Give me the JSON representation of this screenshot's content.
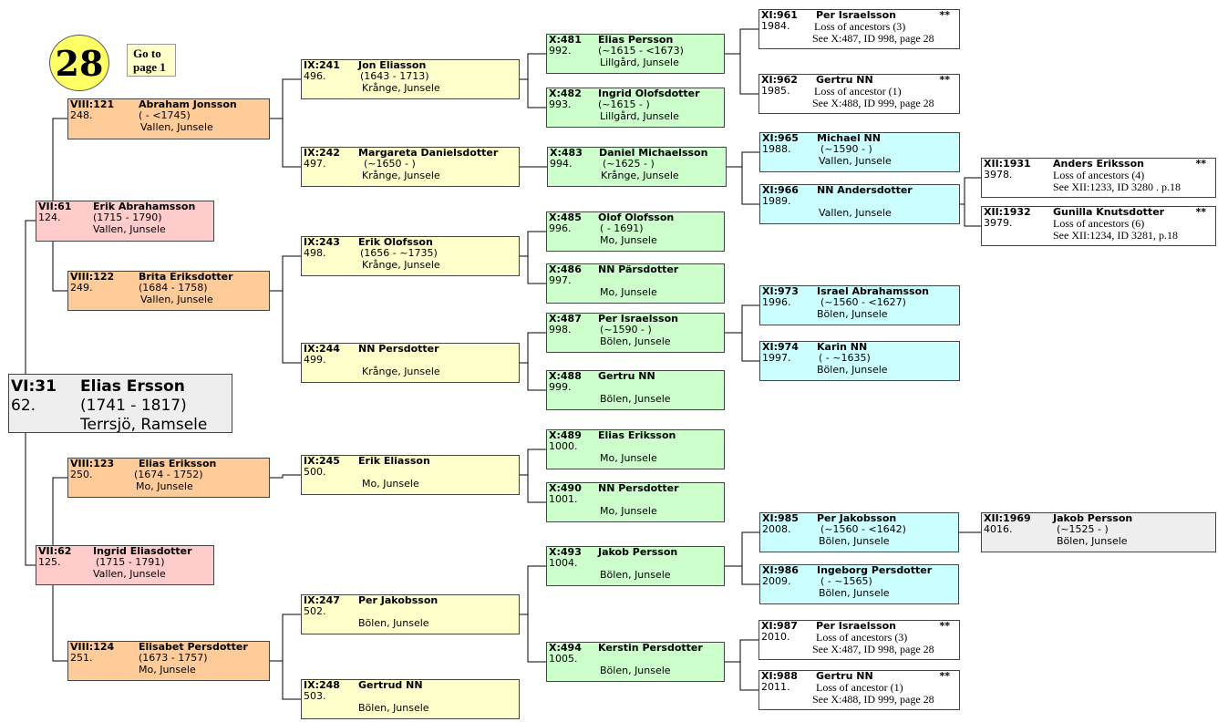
{
  "page_badge": "28",
  "goto_link": "Go to page 1",
  "people": [
    {
      "id": "p-vi31",
      "code": "VI:31",
      "name": "Elias Ersson",
      "num": "62.",
      "dates": "(1741 - 1817)",
      "place": "Terrsjö,  Ramsele",
      "color": "root"
    },
    {
      "id": "p-vii61",
      "code": "VII:61",
      "name": "Erik Abrahamsson",
      "num": "124.",
      "dates": "(1715 - 1790)",
      "place": "Vallen, Junsele",
      "color": "pink"
    },
    {
      "id": "p-vii62",
      "code": "VII:62",
      "name": "Ingrid Eliasdotter",
      "num": "125.",
      "dates": "(1715 - 1791)",
      "place": "Vallen, Junsele",
      "color": "pink"
    },
    {
      "id": "p-viii121",
      "code": "VIII:121",
      "name": "Abraham Jonsson",
      "num": "248.",
      "dates": "( - <1745)",
      "place": "Vallen, Junsele",
      "color": "orange"
    },
    {
      "id": "p-viii122",
      "code": "VIII:122",
      "name": "Brita Eriksdotter",
      "num": "249.",
      "dates": "(1684 - 1758)",
      "place": "Vallen, Junsele",
      "color": "orange"
    },
    {
      "id": "p-viii123",
      "code": "VIII:123",
      "name": "Elias Eriksson",
      "num": "250.",
      "dates": "(1674 - 1752)",
      "place": "Mo, Junsele",
      "color": "orange"
    },
    {
      "id": "p-viii124",
      "code": "VIII:124",
      "name": "Elisabet Persdotter",
      "num": "251.",
      "dates": "(1673 - 1757)",
      "place": "Mo, Junsele",
      "color": "orange"
    },
    {
      "id": "p-ix241",
      "code": "IX:241",
      "name": "Jon Eliasson",
      "num": "496.",
      "dates": "(1643 - 1713)",
      "place": "Krånge, Junsele",
      "color": "yellow"
    },
    {
      "id": "p-ix242",
      "code": "IX:242",
      "name": "Margareta Danielsdotter",
      "num": "497.",
      "dates": "(~1650 - )",
      "place": "Krånge, Junsele",
      "color": "yellow"
    },
    {
      "id": "p-ix243",
      "code": "IX:243",
      "name": "Erik Olofsson",
      "num": "498.",
      "dates": "(1656 - ~1735)",
      "place": "Krånge, Junsele",
      "color": "yellow"
    },
    {
      "id": "p-ix244",
      "code": "IX:244",
      "name": "NN Persdotter",
      "num": "499.",
      "dates": "",
      "place": "Krånge, Junsele",
      "color": "yellow"
    },
    {
      "id": "p-ix245",
      "code": "IX:245",
      "name": "Erik Eliasson",
      "num": "500.",
      "dates": "",
      "place": "Mo, Junsele",
      "color": "yellow"
    },
    {
      "id": "p-ix247",
      "code": "IX:247",
      "name": "Per Jakobsson",
      "num": "502.",
      "dates": "",
      "place": "Bölen, Junsele",
      "color": "yellow"
    },
    {
      "id": "p-ix248",
      "code": "IX:248",
      "name": "Gertrud NN",
      "num": "503.",
      "dates": "",
      "place": "Bölen, Junsele",
      "color": "yellow"
    },
    {
      "id": "p-x481",
      "code": "X:481",
      "name": "Elias Persson",
      "num": "992.",
      "dates": "(~1615 - <1673)",
      "place": "Lillgård, Junsele",
      "color": "green"
    },
    {
      "id": "p-x482",
      "code": "X:482",
      "name": "Ingrid Olofsdotter",
      "num": "993.",
      "dates": "(~1615 - )",
      "place": "Lillgård, Junsele",
      "color": "green"
    },
    {
      "id": "p-x483",
      "code": "X:483",
      "name": "Daniel Michaelsson",
      "num": "994.",
      "dates": "(~1625 - )",
      "place": "Krånge, Junsele",
      "color": "green"
    },
    {
      "id": "p-x485",
      "code": "X:485",
      "name": "Olof Olofsson",
      "num": "996.",
      "dates": "( - 1691)",
      "place": "Mo, Junsele",
      "color": "green"
    },
    {
      "id": "p-x486",
      "code": "X:486",
      "name": "NN Pärsdotter",
      "num": "997.",
      "dates": "",
      "place": "Mo, Junsele",
      "color": "green"
    },
    {
      "id": "p-x487",
      "code": "X:487",
      "name": "Per Israelsson",
      "num": "998.",
      "dates": "(~1590 - )",
      "place": "Bölen, Junsele",
      "color": "green"
    },
    {
      "id": "p-x488",
      "code": "X:488",
      "name": "Gertru NN",
      "num": "999.",
      "dates": "",
      "place": "Bölen, Junsele",
      "color": "green"
    },
    {
      "id": "p-x489",
      "code": "X:489",
      "name": "Elias Eriksson",
      "num": "1000.",
      "dates": "",
      "place": "Mo, Junsele",
      "color": "green"
    },
    {
      "id": "p-x490",
      "code": "X:490",
      "name": "NN Persdotter",
      "num": "1001.",
      "dates": "",
      "place": "Mo, Junsele",
      "color": "green"
    },
    {
      "id": "p-x493",
      "code": "X:493",
      "name": "Jakob Persson",
      "num": "1004.",
      "dates": "",
      "place": "Bölen, Junsele",
      "color": "green"
    },
    {
      "id": "p-x494",
      "code": "X:494",
      "name": "Kerstin Persdotter",
      "num": "1005.",
      "dates": "",
      "place": "Bölen, Junsele",
      "color": "green"
    },
    {
      "id": "p-xi961",
      "code": "XI:961",
      "name": "Per Israelsson",
      "num": "1984.",
      "dates": "Loss of ancestors (3)",
      "place": "See X:487, ID 998, page 28",
      "star": "**",
      "color": "white"
    },
    {
      "id": "p-xi962",
      "code": "XI:962",
      "name": "Gertru NN",
      "num": "1985.",
      "dates": "Loss of ancestor (1)",
      "place": "See X:488, ID 999, page 28",
      "star": "**",
      "color": "white"
    },
    {
      "id": "p-xi965",
      "code": "XI:965",
      "name": "Michael NN",
      "num": "1988.",
      "dates": "(~1590 - )",
      "place": "Vallen, Junsele",
      "color": "cyan"
    },
    {
      "id": "p-xi966",
      "code": "XI:966",
      "name": "NN Andersdotter",
      "num": "1989.",
      "dates": "",
      "place": "Vallen, Junsele",
      "color": "cyan"
    },
    {
      "id": "p-xi973",
      "code": "XI:973",
      "name": "Israel Abrahamsson",
      "num": "1996.",
      "dates": "(~1560 - <1627)",
      "place": "Bölen, Junsele",
      "color": "cyan"
    },
    {
      "id": "p-xi974",
      "code": "XI:974",
      "name": "Karin NN",
      "num": "1997.",
      "dates": "( - ~1635)",
      "place": "Bölen, Junsele",
      "color": "cyan"
    },
    {
      "id": "p-xi985",
      "code": "XI:985",
      "name": "Per Jakobsson",
      "num": "2008.",
      "dates": "(~1560 - <1642)",
      "place": "Bölen, Junsele",
      "color": "cyan"
    },
    {
      "id": "p-xi986",
      "code": "XI:986",
      "name": "Ingeborg Persdotter",
      "num": "2009.",
      "dates": "( - ~1565)",
      "place": "Bölen, Junsele",
      "color": "cyan"
    },
    {
      "id": "p-xi987",
      "code": "XI:987",
      "name": "Per Israelsson",
      "num": "2010.",
      "dates": "Loss of ancestors (3)",
      "place": "See X:487, ID 998, page 28",
      "star": "**",
      "color": "white"
    },
    {
      "id": "p-xi988",
      "code": "XI:988",
      "name": "Gertru NN",
      "num": "2011.",
      "dates": "Loss of ancestor (1)",
      "place": "See X:488, ID 999, page 28",
      "star": "**",
      "color": "white"
    },
    {
      "id": "p-xii1931",
      "code": "XII:1931",
      "name": "Anders Eriksson",
      "num": "3978.",
      "dates": "Loss of ancestors (4)",
      "place": "See XII:1233, ID 3280 . p.18",
      "star": "**",
      "color": "white"
    },
    {
      "id": "p-xii1932",
      "code": "XII:1932",
      "name": "Gunilla Knutsdotter",
      "num": "3979.",
      "dates": "Loss of ancestors (6)",
      "place": "See XII:1234, ID 3281, p.18",
      "star": "**",
      "color": "white"
    },
    {
      "id": "p-xii1969",
      "code": "XII:1969",
      "name": "Jakob Persson",
      "num": "4016.",
      "dates": "(~1525 - )",
      "place": "Bölen, Junsele",
      "color": "grey"
    }
  ]
}
